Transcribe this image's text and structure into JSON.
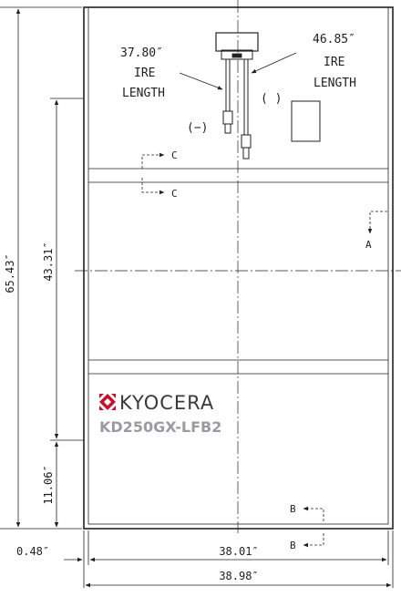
{
  "dimensions": {
    "height_total": "65.43″",
    "height_mount": "43.31″",
    "height_bottom": "11.06″",
    "width_offset": "0.48″",
    "width_inner": "38.01″",
    "width_total": "38.98″"
  },
  "cable_negative": {
    "length": "37.80″",
    "line2": "IRE",
    "line3": "LENGTH",
    "polarity": "(−)"
  },
  "cable_positive": {
    "length": "46.85″",
    "line2": "IRE",
    "line3": "LENGTH",
    "polarity": "( )"
  },
  "section_markers": {
    "c_top": "C",
    "c_bottom": "C",
    "a": "A",
    "b_top": "B",
    "b_bottom": "B"
  },
  "brand": {
    "name": "KYOCERA",
    "model": "KD250GX-LFB2",
    "logo_color": "#c8102e"
  }
}
